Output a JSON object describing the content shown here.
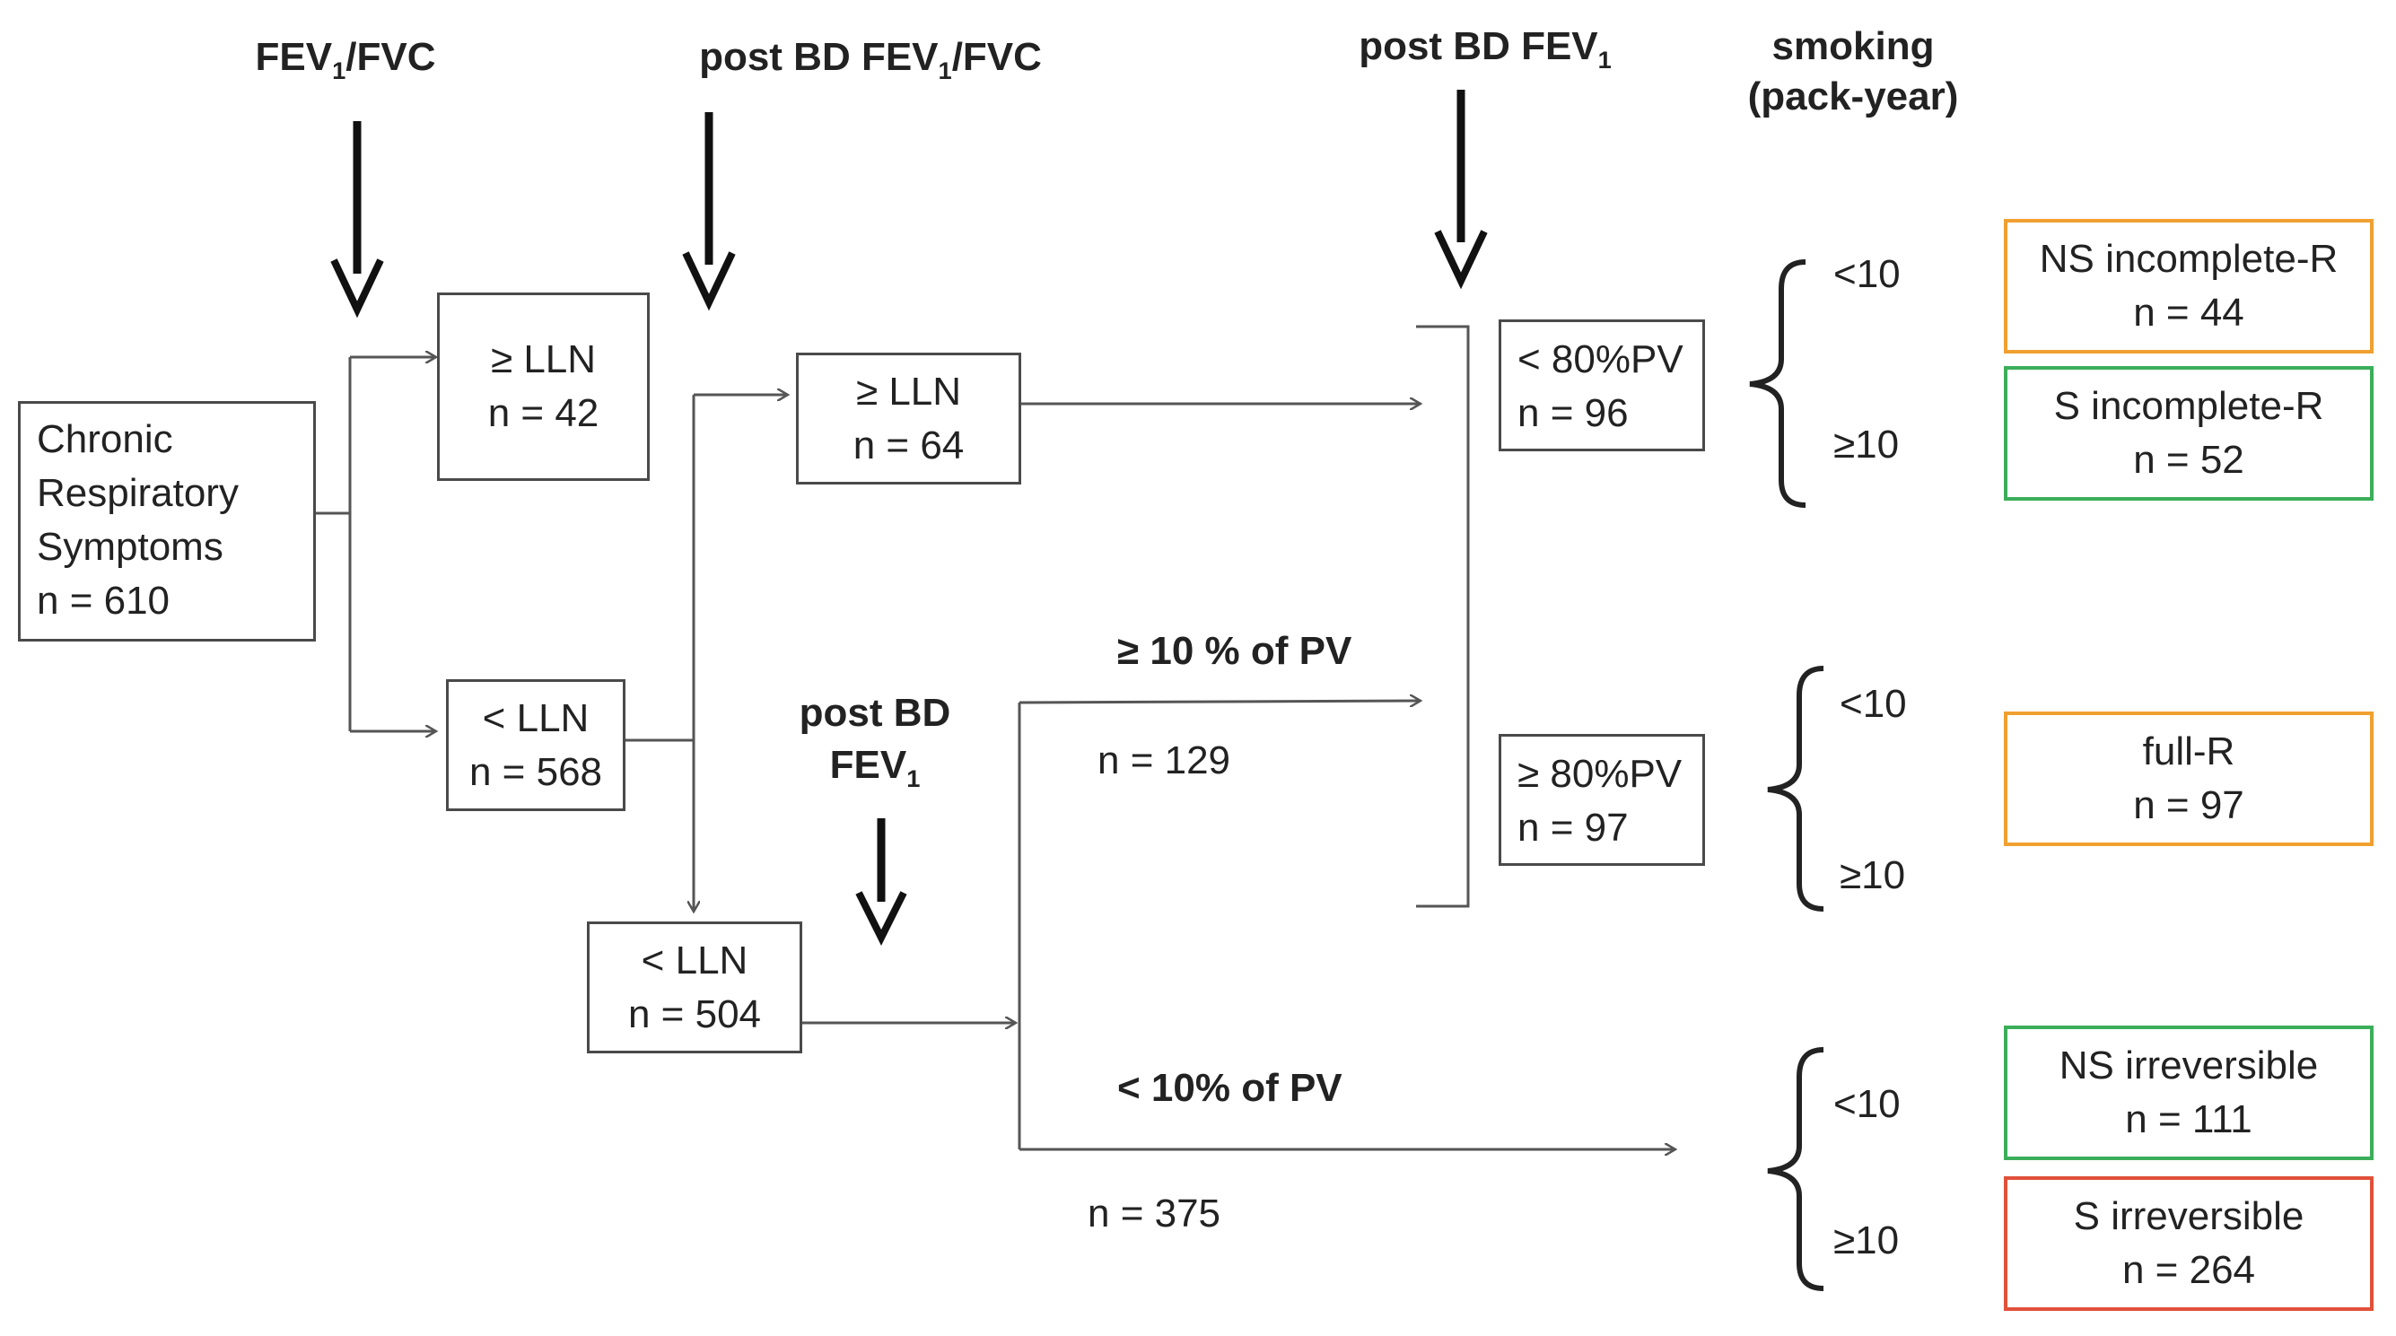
{
  "headers": {
    "fev_fvc": {
      "main": "FEV",
      "sub": "1",
      "rest": "/FVC"
    },
    "post_bd_fev_fvc": {
      "main": "post BD FEV",
      "sub": "1",
      "rest": "/FVC"
    },
    "post_bd_fev1_top": {
      "main": "post BD FEV",
      "sub": "1"
    },
    "post_bd_fev1_mid": {
      "line1": "post BD",
      "main": "FEV",
      "sub": "1"
    },
    "smoking": {
      "line1": "smoking",
      "line2": "(pack-year)"
    }
  },
  "nodes": {
    "start": {
      "l1": "Chronic",
      "l2": "Respiratory",
      "l3": "Symptoms",
      "l4": "n = 610"
    },
    "ratio_ge_lln": {
      "l1": "≥ LLN",
      "l2": "n = 42"
    },
    "ratio_lt_lln": {
      "l1": "< LLN",
      "l2": "n = 568"
    },
    "post_ge_lln": {
      "l1": "≥ LLN",
      "l2": "n = 64"
    },
    "post_lt_lln": {
      "l1": "< LLN",
      "l2": "n = 504"
    },
    "lt80": {
      "l1": "< 80%PV",
      "l2": "n = 96"
    },
    "ge80": {
      "l1": "≥ 80%PV",
      "l2": "n = 97"
    }
  },
  "branches": {
    "ge10_label": "≥ 10 % of PV",
    "ge10_n": "n = 129",
    "lt10_label": "< 10% of PV",
    "lt10_n": "n = 375"
  },
  "smoking_ranges": {
    "lt10": "<10",
    "ge10": "≥10"
  },
  "outcomes": [
    {
      "l1": "NS incomplete-R",
      "l2": "n = 44",
      "color": "#f0a030"
    },
    {
      "l1": "S incomplete-R",
      "l2": "n = 52",
      "color": "#3cae5a"
    },
    {
      "l1": "full-R",
      "l2": "n = 97",
      "color": "#f0a030"
    },
    {
      "l1": "NS irreversible",
      "l2": "n = 111",
      "color": "#3cae5a"
    },
    {
      "l1": "S irreversible",
      "l2": "n = 264",
      "color": "#e0503a"
    }
  ]
}
